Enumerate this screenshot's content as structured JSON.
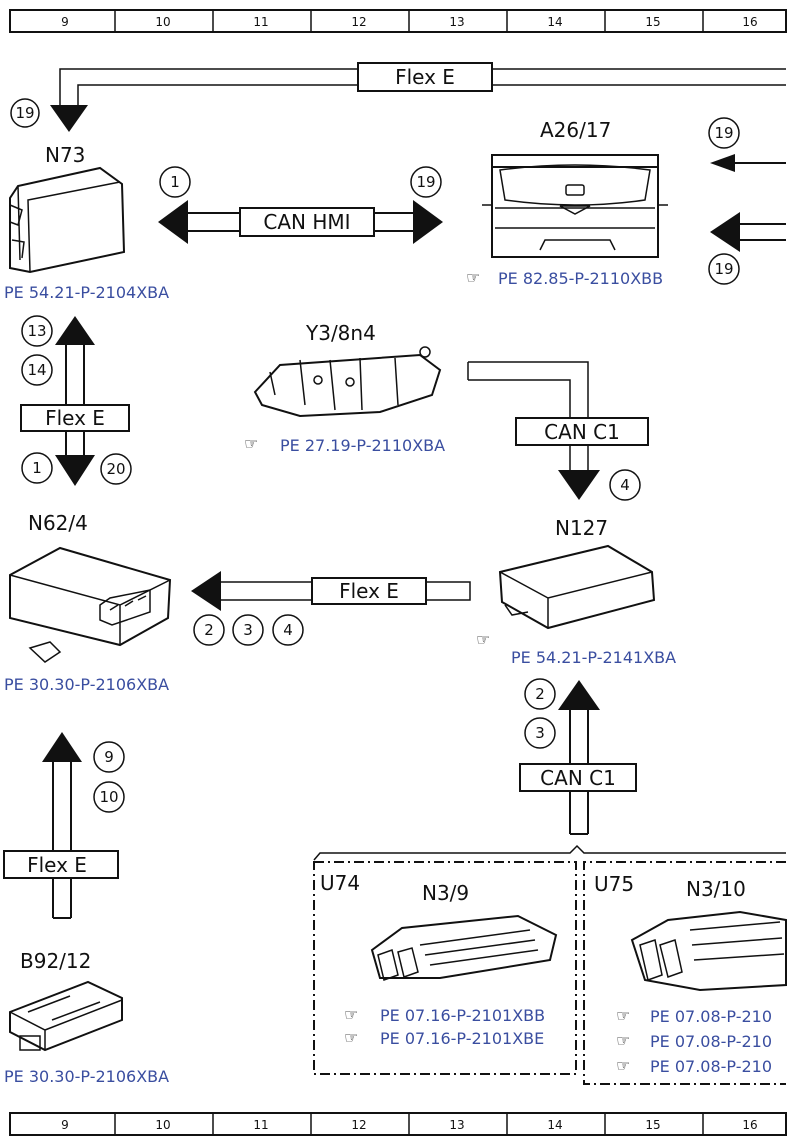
{
  "ruler": {
    "top": [
      "9",
      "10",
      "11",
      "12",
      "13",
      "14",
      "15",
      "16"
    ],
    "bottom": [
      "9",
      "10",
      "11",
      "12",
      "13",
      "14",
      "15",
      "16"
    ]
  },
  "components": {
    "n73": {
      "label": "N73",
      "ref": "PE 54.21-P-2104XBA"
    },
    "a26_17": {
      "label": "A26/17",
      "ref": "PE 82.85-P-2110XBB"
    },
    "y3_8n4": {
      "label": "Y3/8n4",
      "ref": "PE 27.19-P-2110XBA"
    },
    "n62_4": {
      "label": "N62/4",
      "ref": "PE 30.30-P-2106XBA"
    },
    "n127": {
      "label": "N127",
      "ref": "PE 54.21-P-2141XBA"
    },
    "b92_12": {
      "label": "B92/12",
      "ref": "PE 30.30-P-2106XBA"
    },
    "u74": {
      "label": "U74",
      "module": "N3/9",
      "refs": [
        "PE 07.16-P-2101XBB",
        "PE 07.16-P-2101XBE"
      ]
    },
    "u75": {
      "label": "U75",
      "module": "N3/10",
      "refs": [
        "PE 07.08-P-210",
        "PE 07.08-P-210",
        "PE 07.08-P-210"
      ]
    }
  },
  "buses": {
    "top_flex": "Flex E",
    "can_hmi": "CAN HMI",
    "left_flex": "Flex E",
    "can_c1_upper": "CAN C1",
    "mid_flex": "Flex E",
    "can_c1_lower": "CAN C1",
    "bottom_flex": "Flex E"
  },
  "markers": {
    "top_left": "19",
    "hmi_left": "1",
    "hmi_right": "19",
    "a26_upper": "19",
    "a26_lower": "19",
    "n73_up_1": "13",
    "n73_up_2": "14",
    "n73_down_1": "1",
    "n73_down_2": "20",
    "can_c1_down": "4",
    "mid_1": "2",
    "mid_2": "3",
    "mid_3": "4",
    "n127_in_1": "2",
    "n127_in_2": "3",
    "b92_up_1": "9",
    "b92_up_2": "10"
  }
}
